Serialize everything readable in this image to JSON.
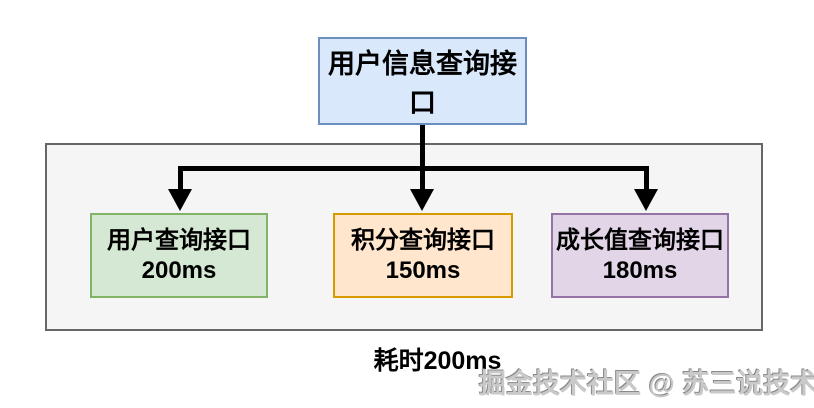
{
  "diagram": {
    "root": {
      "label": "用户信息查询接口",
      "fill": "#dae8fc",
      "border": "#6c8ebf"
    },
    "children": [
      {
        "label": "用户查询接口",
        "time": "200ms",
        "fill": "#d5e8d4",
        "border": "#82b366"
      },
      {
        "label": "积分查询接口",
        "time": "150ms",
        "fill": "#ffe6cc",
        "border": "#d79b00"
      },
      {
        "label": "成长值查询接口",
        "time": "180ms",
        "fill": "#e1d5e7",
        "border": "#9673a6"
      }
    ],
    "container": {
      "fill": "#f5f5f5",
      "border": "#666666"
    },
    "connector_color": "#000000",
    "total_label": "耗时200ms",
    "watermark": "掘金技术社区 @ 苏三说技术"
  }
}
